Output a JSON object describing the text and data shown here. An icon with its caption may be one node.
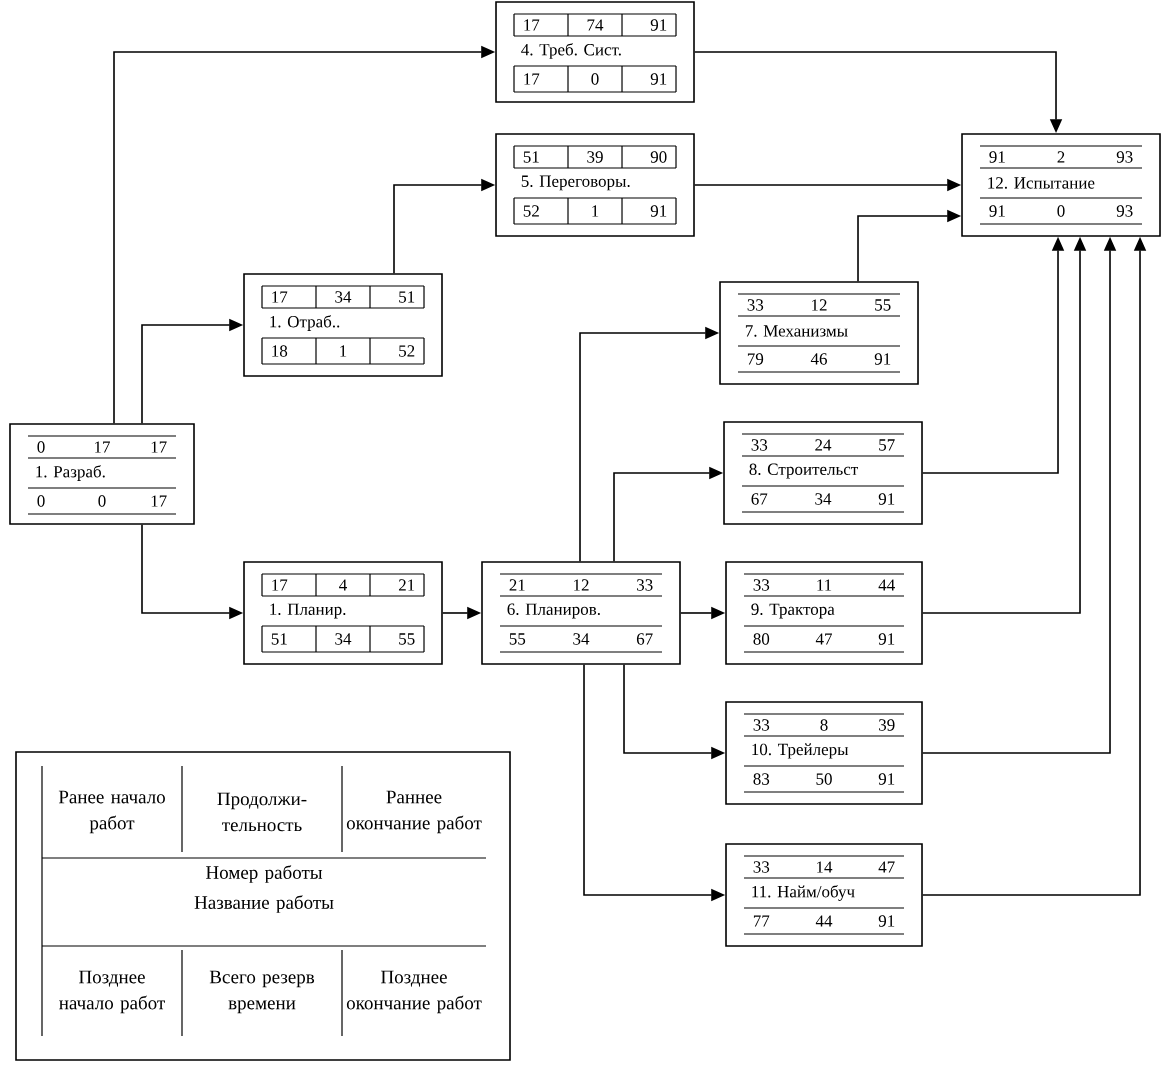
{
  "diagram": {
    "nodes": [
      {
        "text": [
          "0",
          "17",
          "17",
          "1. Разраб.",
          "0",
          "0",
          "17"
        ]
      },
      {
        "text": [
          "17",
          "34",
          "51",
          "1. Отраб..",
          "18",
          "1",
          "52"
        ]
      },
      {
        "text": [
          "17",
          "74",
          "91",
          "4. Треб. Сист.",
          "17",
          "0",
          "91"
        ]
      },
      {
        "text": [
          "51",
          "39",
          "90",
          "5. Переговоры.",
          "52",
          "1",
          "91"
        ]
      },
      {
        "text": [
          "17",
          "4",
          "21",
          "1. Планир.",
          "51",
          "34",
          "55"
        ]
      },
      {
        "text": [
          "21",
          "12",
          "33",
          "6. Планиров.",
          "55",
          "34",
          "67"
        ]
      },
      {
        "text": [
          "33",
          "12",
          "55",
          "7. Механизмы",
          "79",
          "46",
          "91"
        ]
      },
      {
        "text": [
          "33",
          "24",
          "57",
          "8. Строительст",
          "67",
          "34",
          "91"
        ]
      },
      {
        "text": [
          "33",
          "11",
          "44",
          "9. Трактора",
          "80",
          "47",
          "91"
        ]
      },
      {
        "text": [
          "33",
          "8",
          "39",
          "10. Трейлеры",
          "83",
          "50",
          "91"
        ]
      },
      {
        "text": [
          "33",
          "14",
          "47",
          "11. Найм/обуч",
          "77",
          "44",
          "91"
        ]
      },
      {
        "text": [
          "91",
          "2",
          "93",
          "12. Испытание",
          "91",
          "0",
          "93"
        ]
      },
      {
        "text": [
          "Ранее начало работ",
          "Продолжи-тельность",
          "Раннее окончание работ",
          "Номер работы",
          "Название работы",
          "Позднее начало работ",
          "Всего резерв времени",
          "Позднее окончание работ"
        ]
      }
    ],
    "edges": [
      {
        "from": 0,
        "to": 2,
        "arrow": "to"
      },
      {
        "from": 0,
        "to": 1,
        "arrow": "to"
      },
      {
        "from": 0,
        "to": 4,
        "arrow": "to"
      },
      {
        "from": 1,
        "to": 3,
        "arrow": "to"
      },
      {
        "from": 4,
        "to": 5,
        "arrow": "to"
      },
      {
        "from": 5,
        "to": 6,
        "arrow": "to"
      },
      {
        "from": 5,
        "to": 7,
        "arrow": "to"
      },
      {
        "from": 5,
        "to": 8,
        "arrow": "to"
      },
      {
        "from": 5,
        "to": 9,
        "arrow": "to"
      },
      {
        "from": 5,
        "to": 10,
        "arrow": "to"
      },
      {
        "from": 2,
        "to": 11,
        "arrow": "to"
      },
      {
        "from": 3,
        "to": 11,
        "arrow": "to"
      },
      {
        "from": 6,
        "to": 11,
        "arrow": "to"
      },
      {
        "from": 7,
        "to": 11,
        "arrow": "to"
      },
      {
        "from": 8,
        "to": 11,
        "arrow": "to"
      },
      {
        "from": 9,
        "to": 11,
        "arrow": "to"
      },
      {
        "from": 10,
        "to": 11,
        "arrow": "to"
      }
    ]
  }
}
